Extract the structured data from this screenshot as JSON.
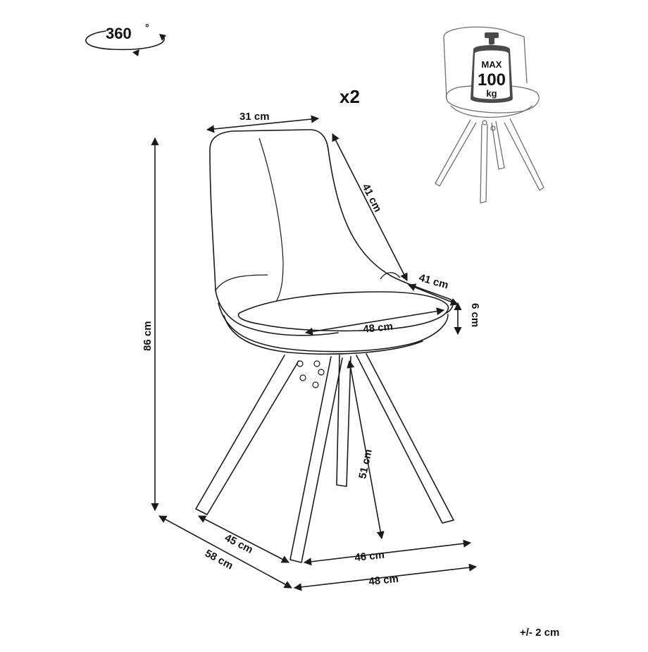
{
  "rotation": {
    "label": "360",
    "unit": "°"
  },
  "quantity": "x2",
  "max_load": {
    "line1": "MAX",
    "line2": "100",
    "line3": "kg"
  },
  "dimensions": {
    "backrest_width": "31 cm",
    "backrest_height": "41 cm",
    "seat_depth": "41 cm",
    "seat_thickness": "6 cm",
    "seat_width": "48 cm",
    "total_height": "86 cm",
    "seat_height": "51 cm",
    "base_depth": "45 cm",
    "base_width": "46 cm",
    "total_depth": "58 cm",
    "total_width": "48 cm"
  },
  "tolerance": "+/- 2 cm"
}
